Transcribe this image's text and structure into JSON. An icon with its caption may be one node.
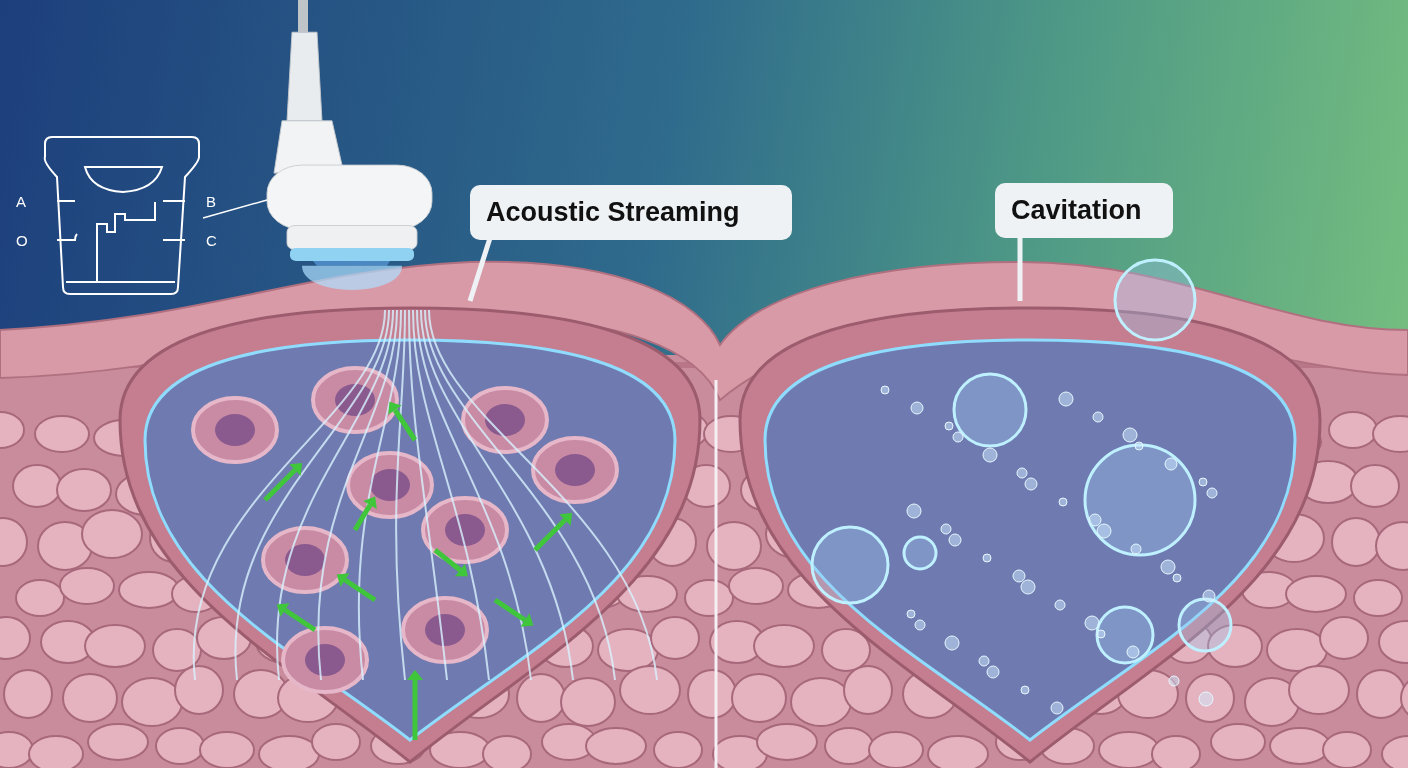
{
  "diagram": {
    "nodes": [
      {
        "text": [],
        "shape": "picture",
        "beside": [
          "A",
          "B",
          "O",
          "C"
        ]
      },
      {
        "text": [],
        "shape": "picture"
      },
      {
        "text": [
          "Acoustic Streaming"
        ]
      },
      {
        "text": [],
        "shape": "picture"
      },
      {
        "text": [
          "Cavitation"
        ]
      },
      {
        "text": [],
        "shape": "picture"
      }
    ],
    "edges": [
      {
        "from": 0,
        "to": 1,
        "arrow": "none"
      },
      {
        "from": 2,
        "to": 3,
        "arrow": "none"
      },
      {
        "from": 4,
        "to": 5,
        "arrow": "none"
      }
    ]
  }
}
